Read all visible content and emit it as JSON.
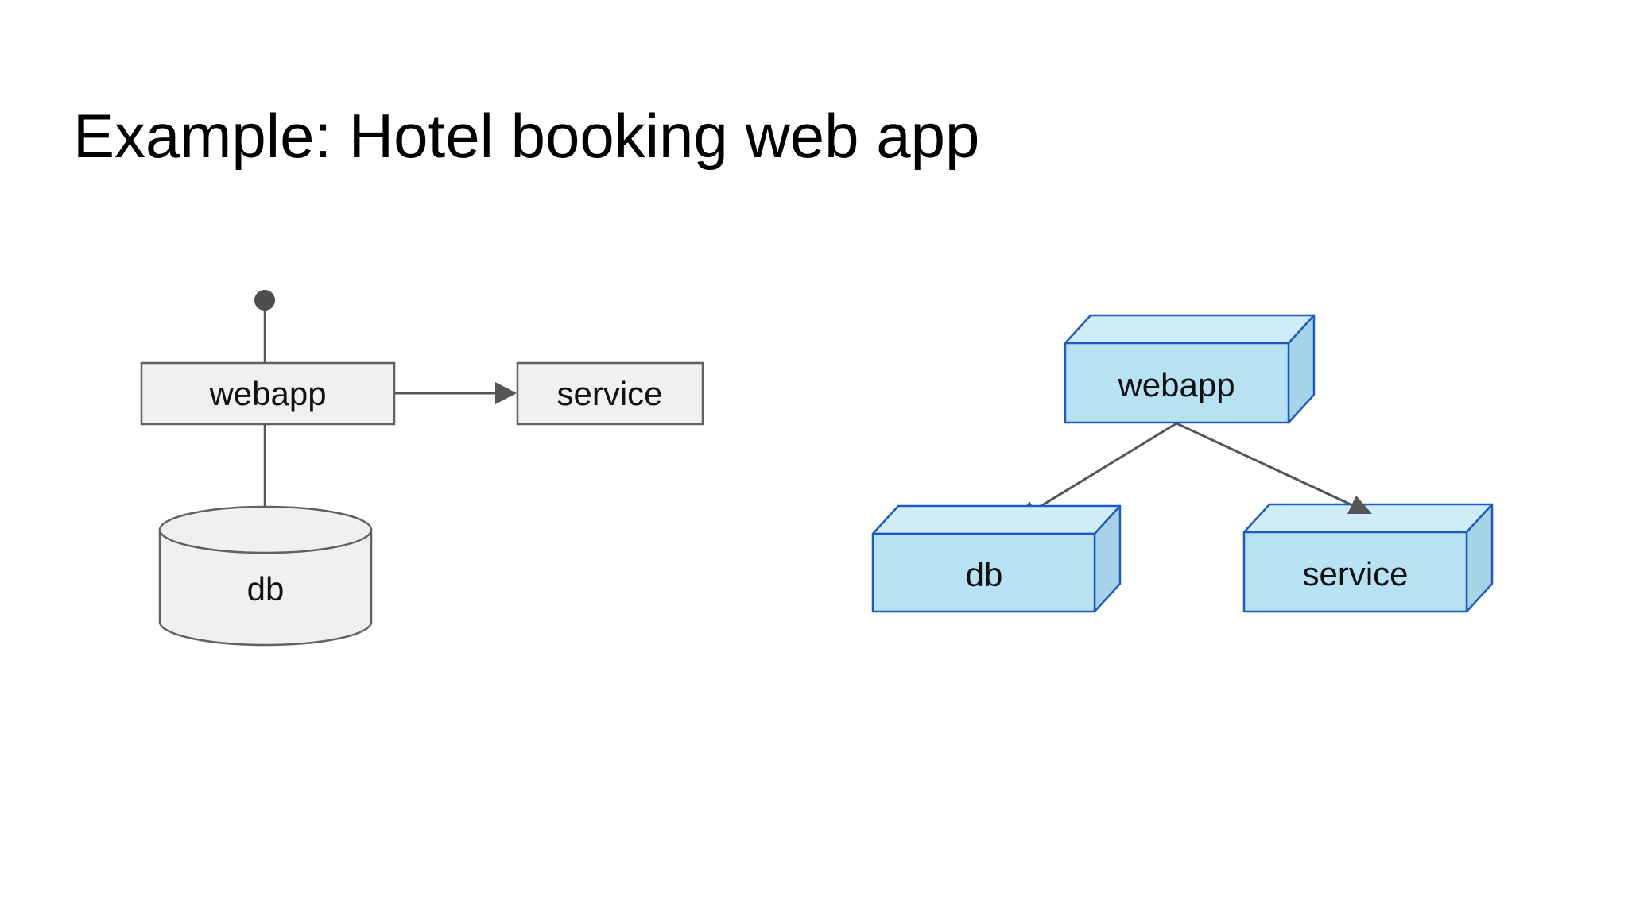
{
  "slide": {
    "title": "Example: Hotel booking web app"
  },
  "colors": {
    "background": "#ffffff",
    "title_text": "#000000",
    "label_text": "#111111",
    "flat_node_fill": "#f0f0f0",
    "flat_node_stroke": "#616161",
    "connector_gray": "#555555",
    "actor_dot": "#4d4d4d",
    "box3d_front": "#b6e2f4",
    "box3d_top": "#cfecf9",
    "box3d_side": "#a6d3e8",
    "box3d_stroke": "#1e5bbf"
  },
  "left_diagram": {
    "style": "flat-deployment-diagram",
    "webapp_label": "webapp",
    "service_label": "service",
    "db_label": "db",
    "edges": [
      {
        "from": "actor-dot",
        "to": "webapp",
        "style": "plain-line"
      },
      {
        "from": "webapp",
        "to": "service",
        "style": "arrow"
      },
      {
        "from": "webapp",
        "to": "db",
        "style": "plain-line"
      }
    ]
  },
  "right_diagram": {
    "style": "3d-box-diagram",
    "webapp_label": "webapp",
    "db_label": "db",
    "service_label": "service",
    "edges": [
      {
        "from": "webapp",
        "to": "db",
        "style": "arrow"
      },
      {
        "from": "webapp",
        "to": "service",
        "style": "arrow"
      }
    ]
  }
}
